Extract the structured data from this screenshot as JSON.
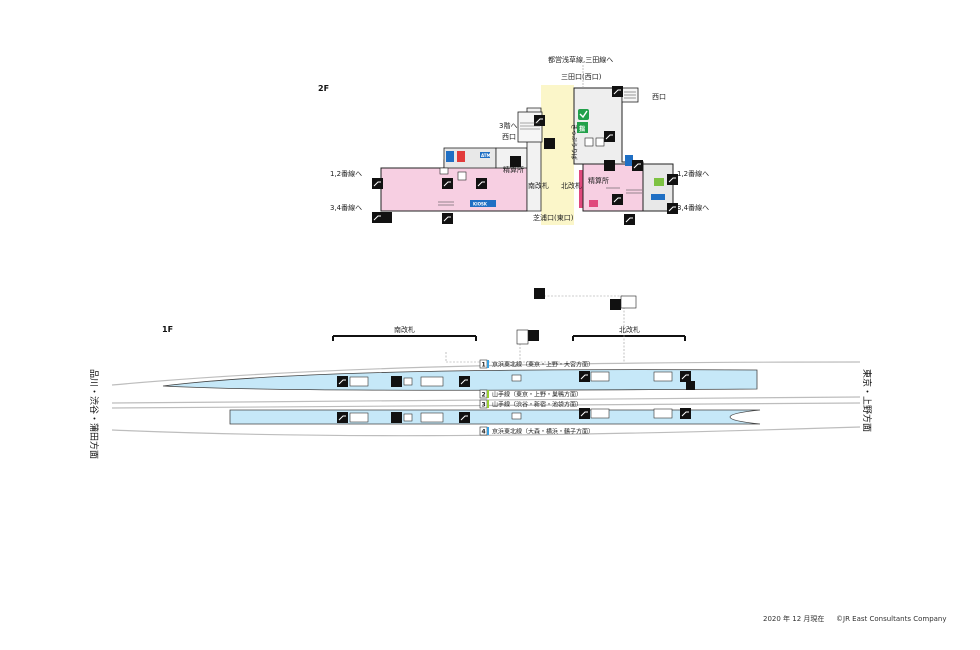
{
  "floors": {
    "upper": {
      "label": "2F"
    },
    "lower": {
      "label": "1F"
    }
  },
  "labels_2f": {
    "toei_lines": "都営浅草線,三田線へ",
    "mita_exit": "三田口(西口)",
    "west_exit_right": "西口",
    "third_floor": "3階へ",
    "west_exit_left": "西口",
    "platform_12_left": "1,2番線へ",
    "platform_34_left": "3,4番線へ",
    "platform_12_right": "1,2番線へ",
    "platform_34_right": "3,4番線へ",
    "fare_adjust_left": "精算所",
    "fare_adjust_right": "精算所",
    "south_gate": "南改札",
    "north_gate": "北改札",
    "shibaura_exit": "芝浦口(東口)",
    "kippuuriba": "きっぷうりば",
    "kiosk": "KIOSK",
    "atm": "ATM",
    "midori": "指"
  },
  "labels_1f": {
    "south_gate": "南改札",
    "north_gate": "北改札",
    "direction_left": "品川・渋谷・蒲田方面",
    "direction_right": "東京・上野方面"
  },
  "tracks": [
    {
      "number": "1",
      "label": "京浜東北線（東京・上野・大宮方面）",
      "color": "#3aa0e0"
    },
    {
      "number": "2",
      "label": "山手線（東京・上野・巣鴨方面）",
      "color": "#9acd32"
    },
    {
      "number": "3",
      "label": "山手線（渋谷・新宿・池袋方面）",
      "color": "#9acd32"
    },
    {
      "number": "4",
      "label": "京浜東北線（大森・横浜・鶴子方面）",
      "color": "#3aa0e0"
    }
  ],
  "footer": {
    "date": "2020 年 12 月現在",
    "copyright": "©JR East Consultants Company"
  },
  "colors": {
    "concourse_pink": "#f7cfe2",
    "passage_yellow": "#fbf6c9",
    "platform_blue": "#c6e8f8",
    "icon_black": "#111111"
  }
}
